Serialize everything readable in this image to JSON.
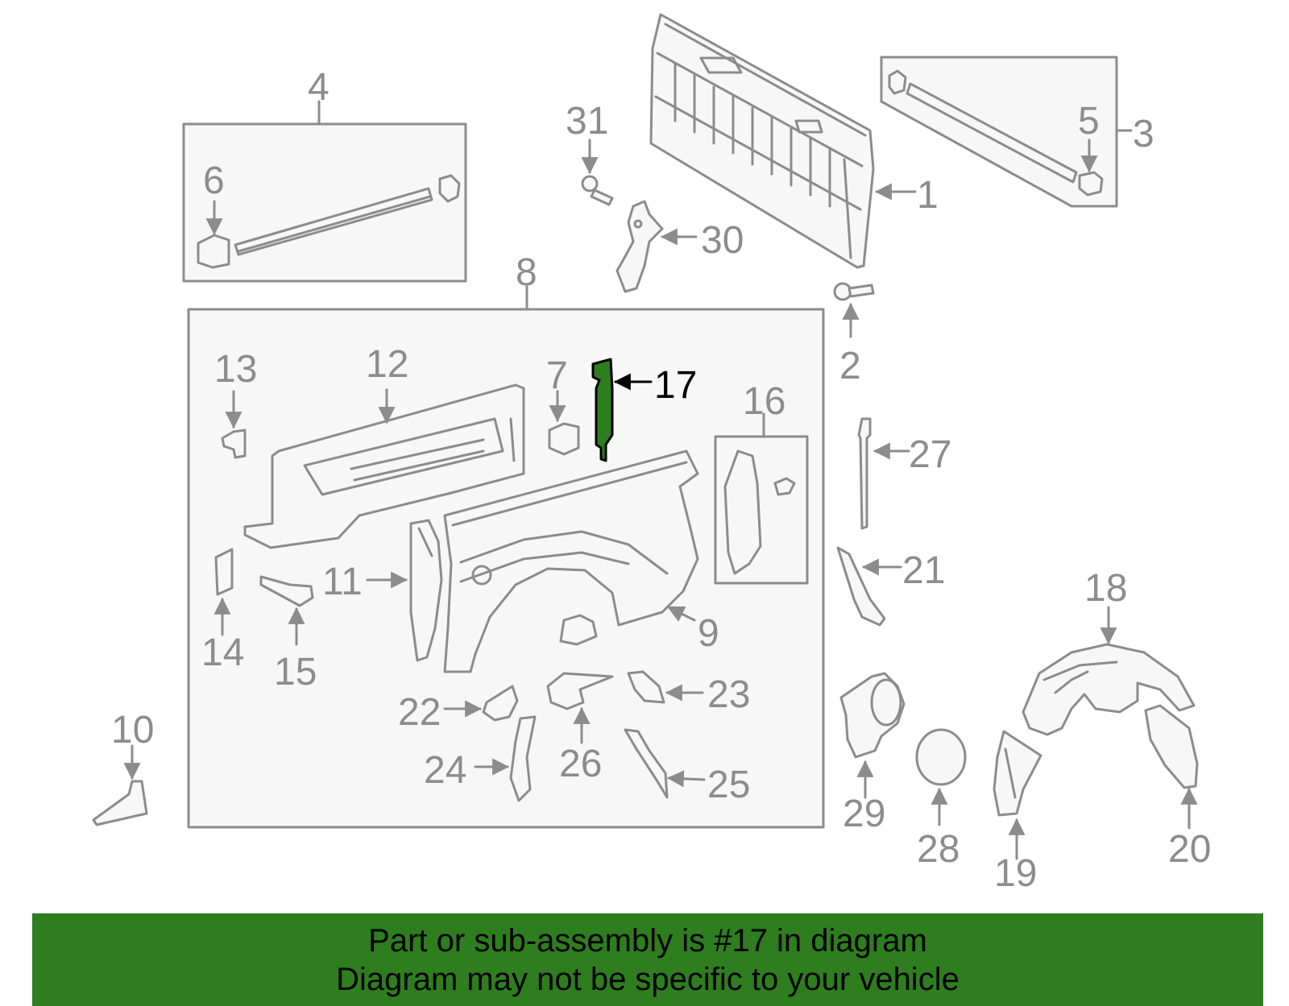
{
  "colors": {
    "part_stroke": "#8c8c8c",
    "part_fill": "#f7f7f7",
    "box_fill": "#f7f7f7",
    "highlight_fill": "#2e7d1e",
    "highlight_label": "#000000",
    "banner_bg": "#2e7d1e"
  },
  "labels": {
    "l1": "1",
    "l2": "2",
    "l3": "3",
    "l4": "4",
    "l5": "5",
    "l6": "6",
    "l7": "7",
    "l8": "8",
    "l9": "9",
    "l10": "10",
    "l11": "11",
    "l12": "12",
    "l13": "13",
    "l14": "14",
    "l15": "15",
    "l16": "16",
    "l17": "17",
    "l18": "18",
    "l19": "19",
    "l20": "20",
    "l21": "21",
    "l22": "22",
    "l23": "23",
    "l24": "24",
    "l25": "25",
    "l26": "26",
    "l27": "27",
    "l28": "28",
    "l29": "29",
    "l30": "30",
    "l31": "31"
  },
  "highlighted_part": "17",
  "banner": {
    "line1": "Part or sub-assembly is #17 in diagram",
    "line2": "Diagram may not be specific to your vehicle"
  }
}
